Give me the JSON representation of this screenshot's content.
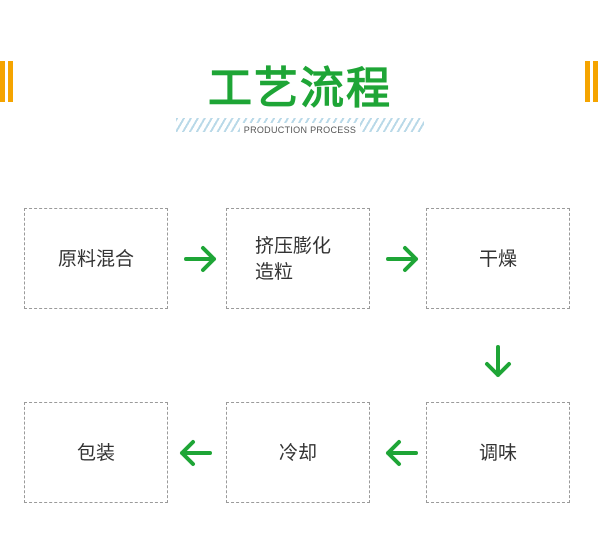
{
  "header": {
    "title": "工艺流程",
    "subtitle": "PRODUCTION PROCESS"
  },
  "colors": {
    "title": "#1ea536",
    "arrow": "#1ea536",
    "accent_bars": "#f5a400",
    "box_border": "#9a9a9a"
  },
  "steps": [
    {
      "label": "原料混合"
    },
    {
      "label": "挤压膨化造粒"
    },
    {
      "label": "干燥"
    },
    {
      "label": "包装"
    },
    {
      "label": "冷却"
    },
    {
      "label": "调味"
    }
  ],
  "arrows": [
    {
      "direction": "right",
      "icon": "arrow-right-icon"
    },
    {
      "direction": "right",
      "icon": "arrow-right-icon"
    },
    {
      "direction": "down",
      "icon": "arrow-down-icon"
    },
    {
      "direction": "left",
      "icon": "arrow-left-icon"
    },
    {
      "direction": "left",
      "icon": "arrow-left-icon"
    }
  ]
}
